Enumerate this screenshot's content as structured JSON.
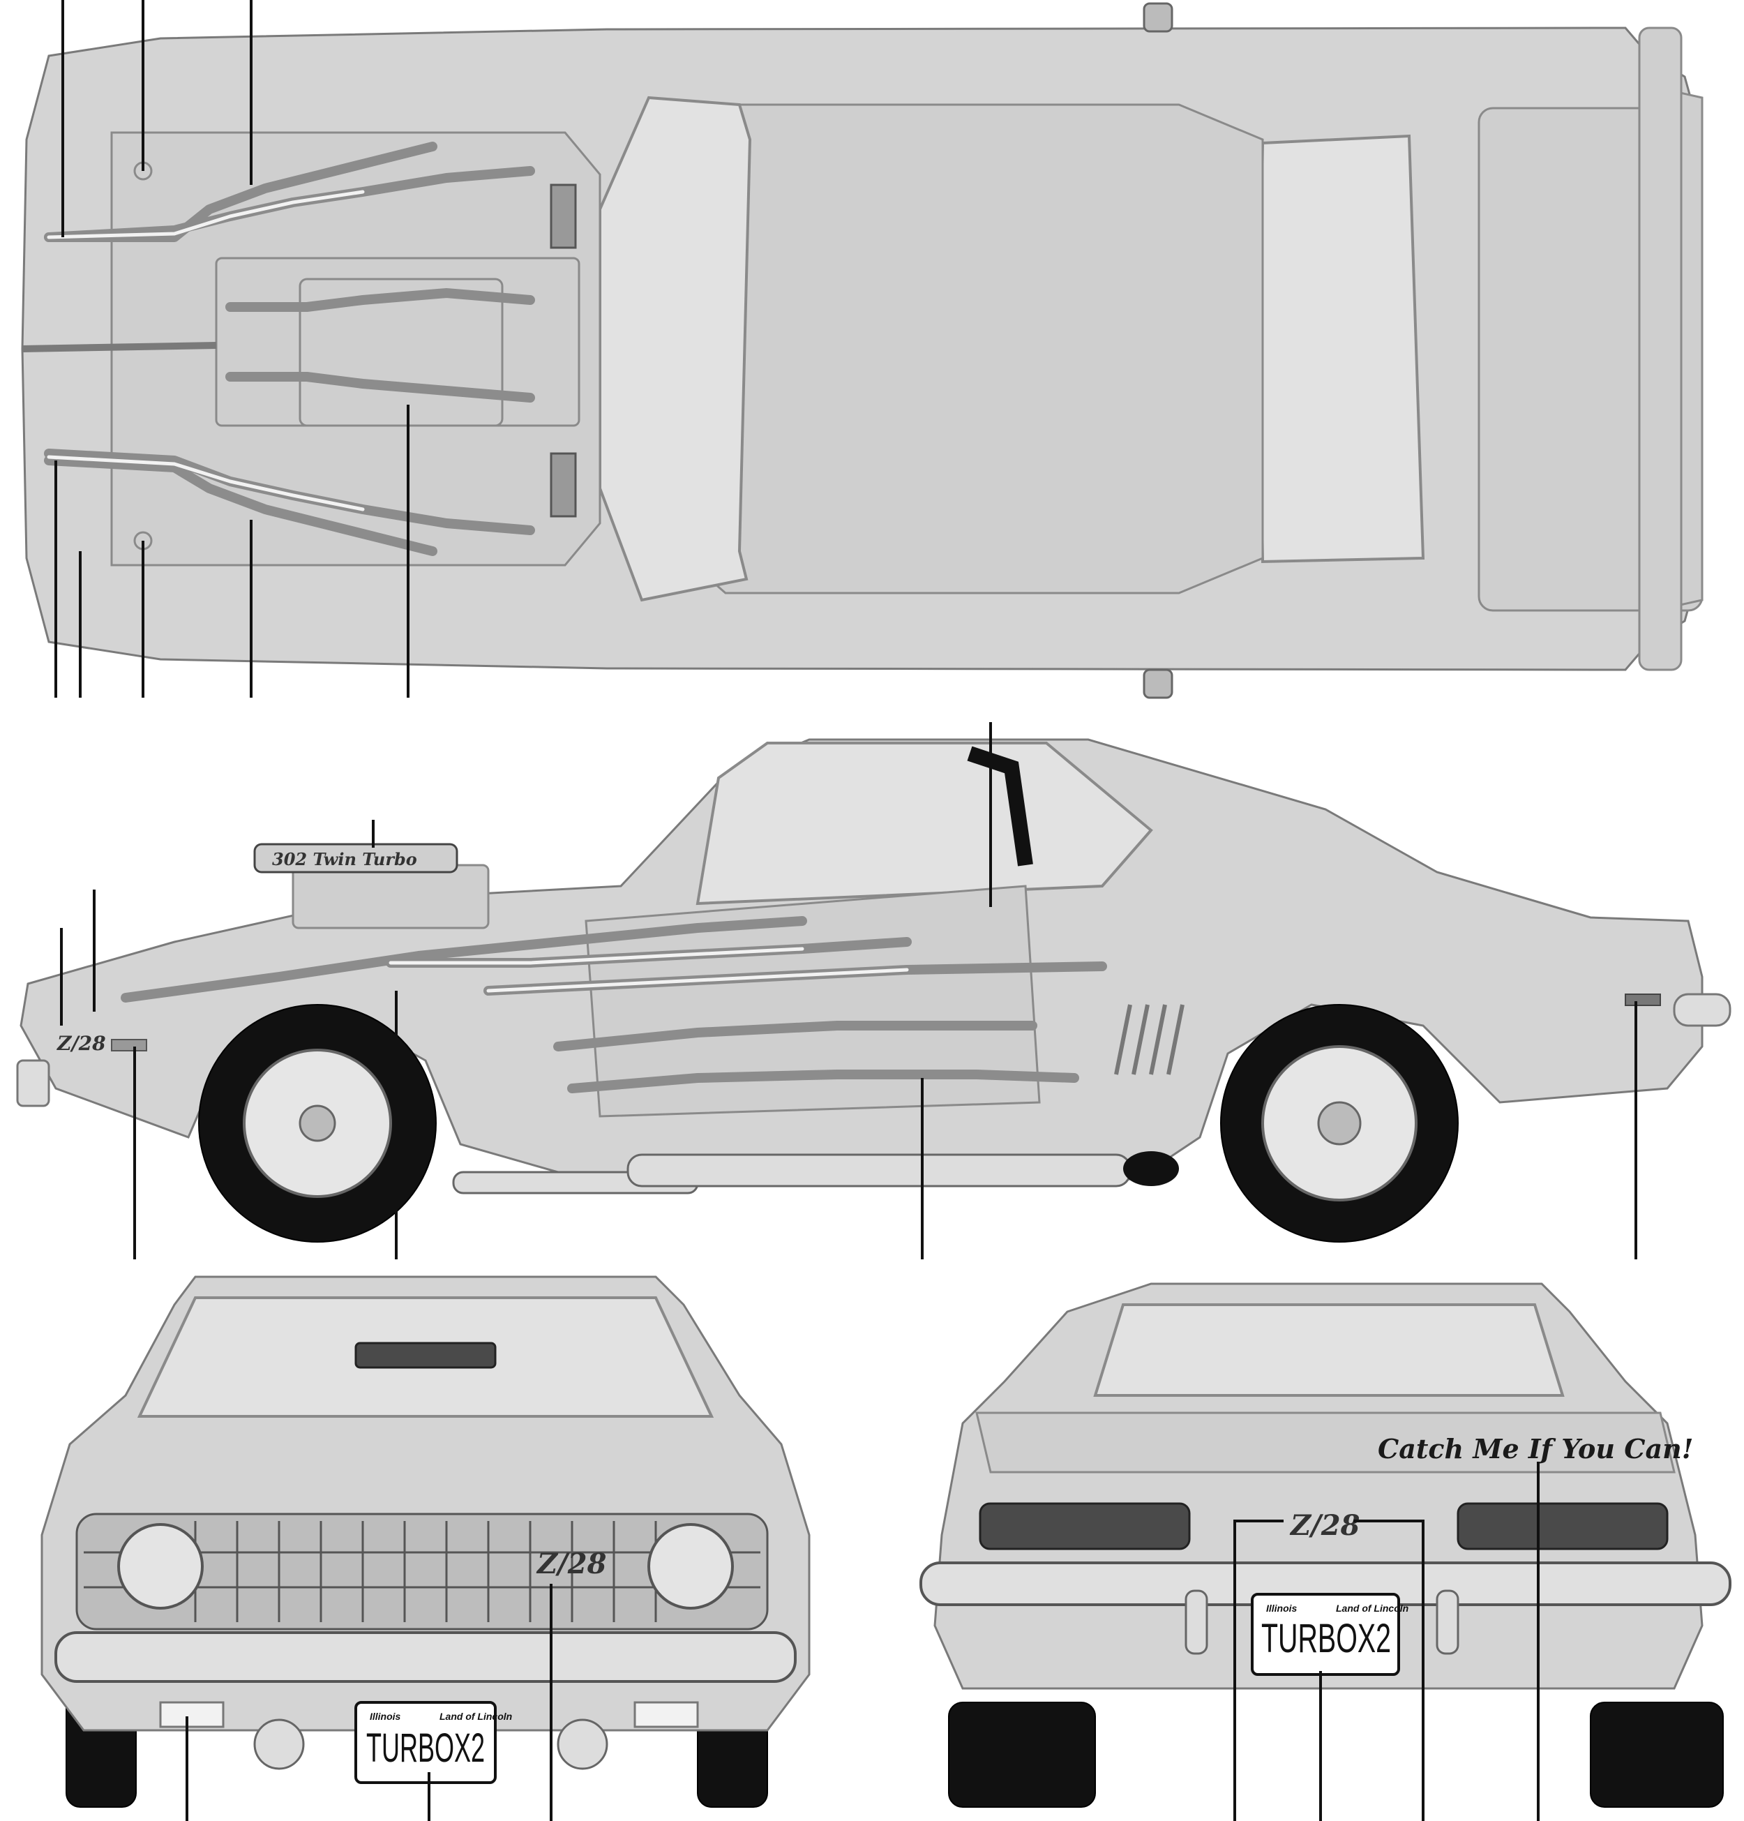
{
  "side_view": {
    "scoop_label": "302  Twin Turbo",
    "fender_badge": "Z/28"
  },
  "front_view": {
    "grille_badge": "Z/28",
    "plate": {
      "state": "Illinois",
      "slogan": "Land of Lincoln",
      "number": "TURBOX2"
    }
  },
  "rear_view": {
    "spoiler_script": "Catch Me If You Can!",
    "badge": "Z/28",
    "plate": {
      "state": "Illinois",
      "slogan": "Land of Lincoln",
      "number": "TURBOX2"
    }
  },
  "colors": {
    "body": "#d4d4d4",
    "outline": "#7a7a7a",
    "tire": "#111111",
    "flame": "#8c8c8c"
  }
}
